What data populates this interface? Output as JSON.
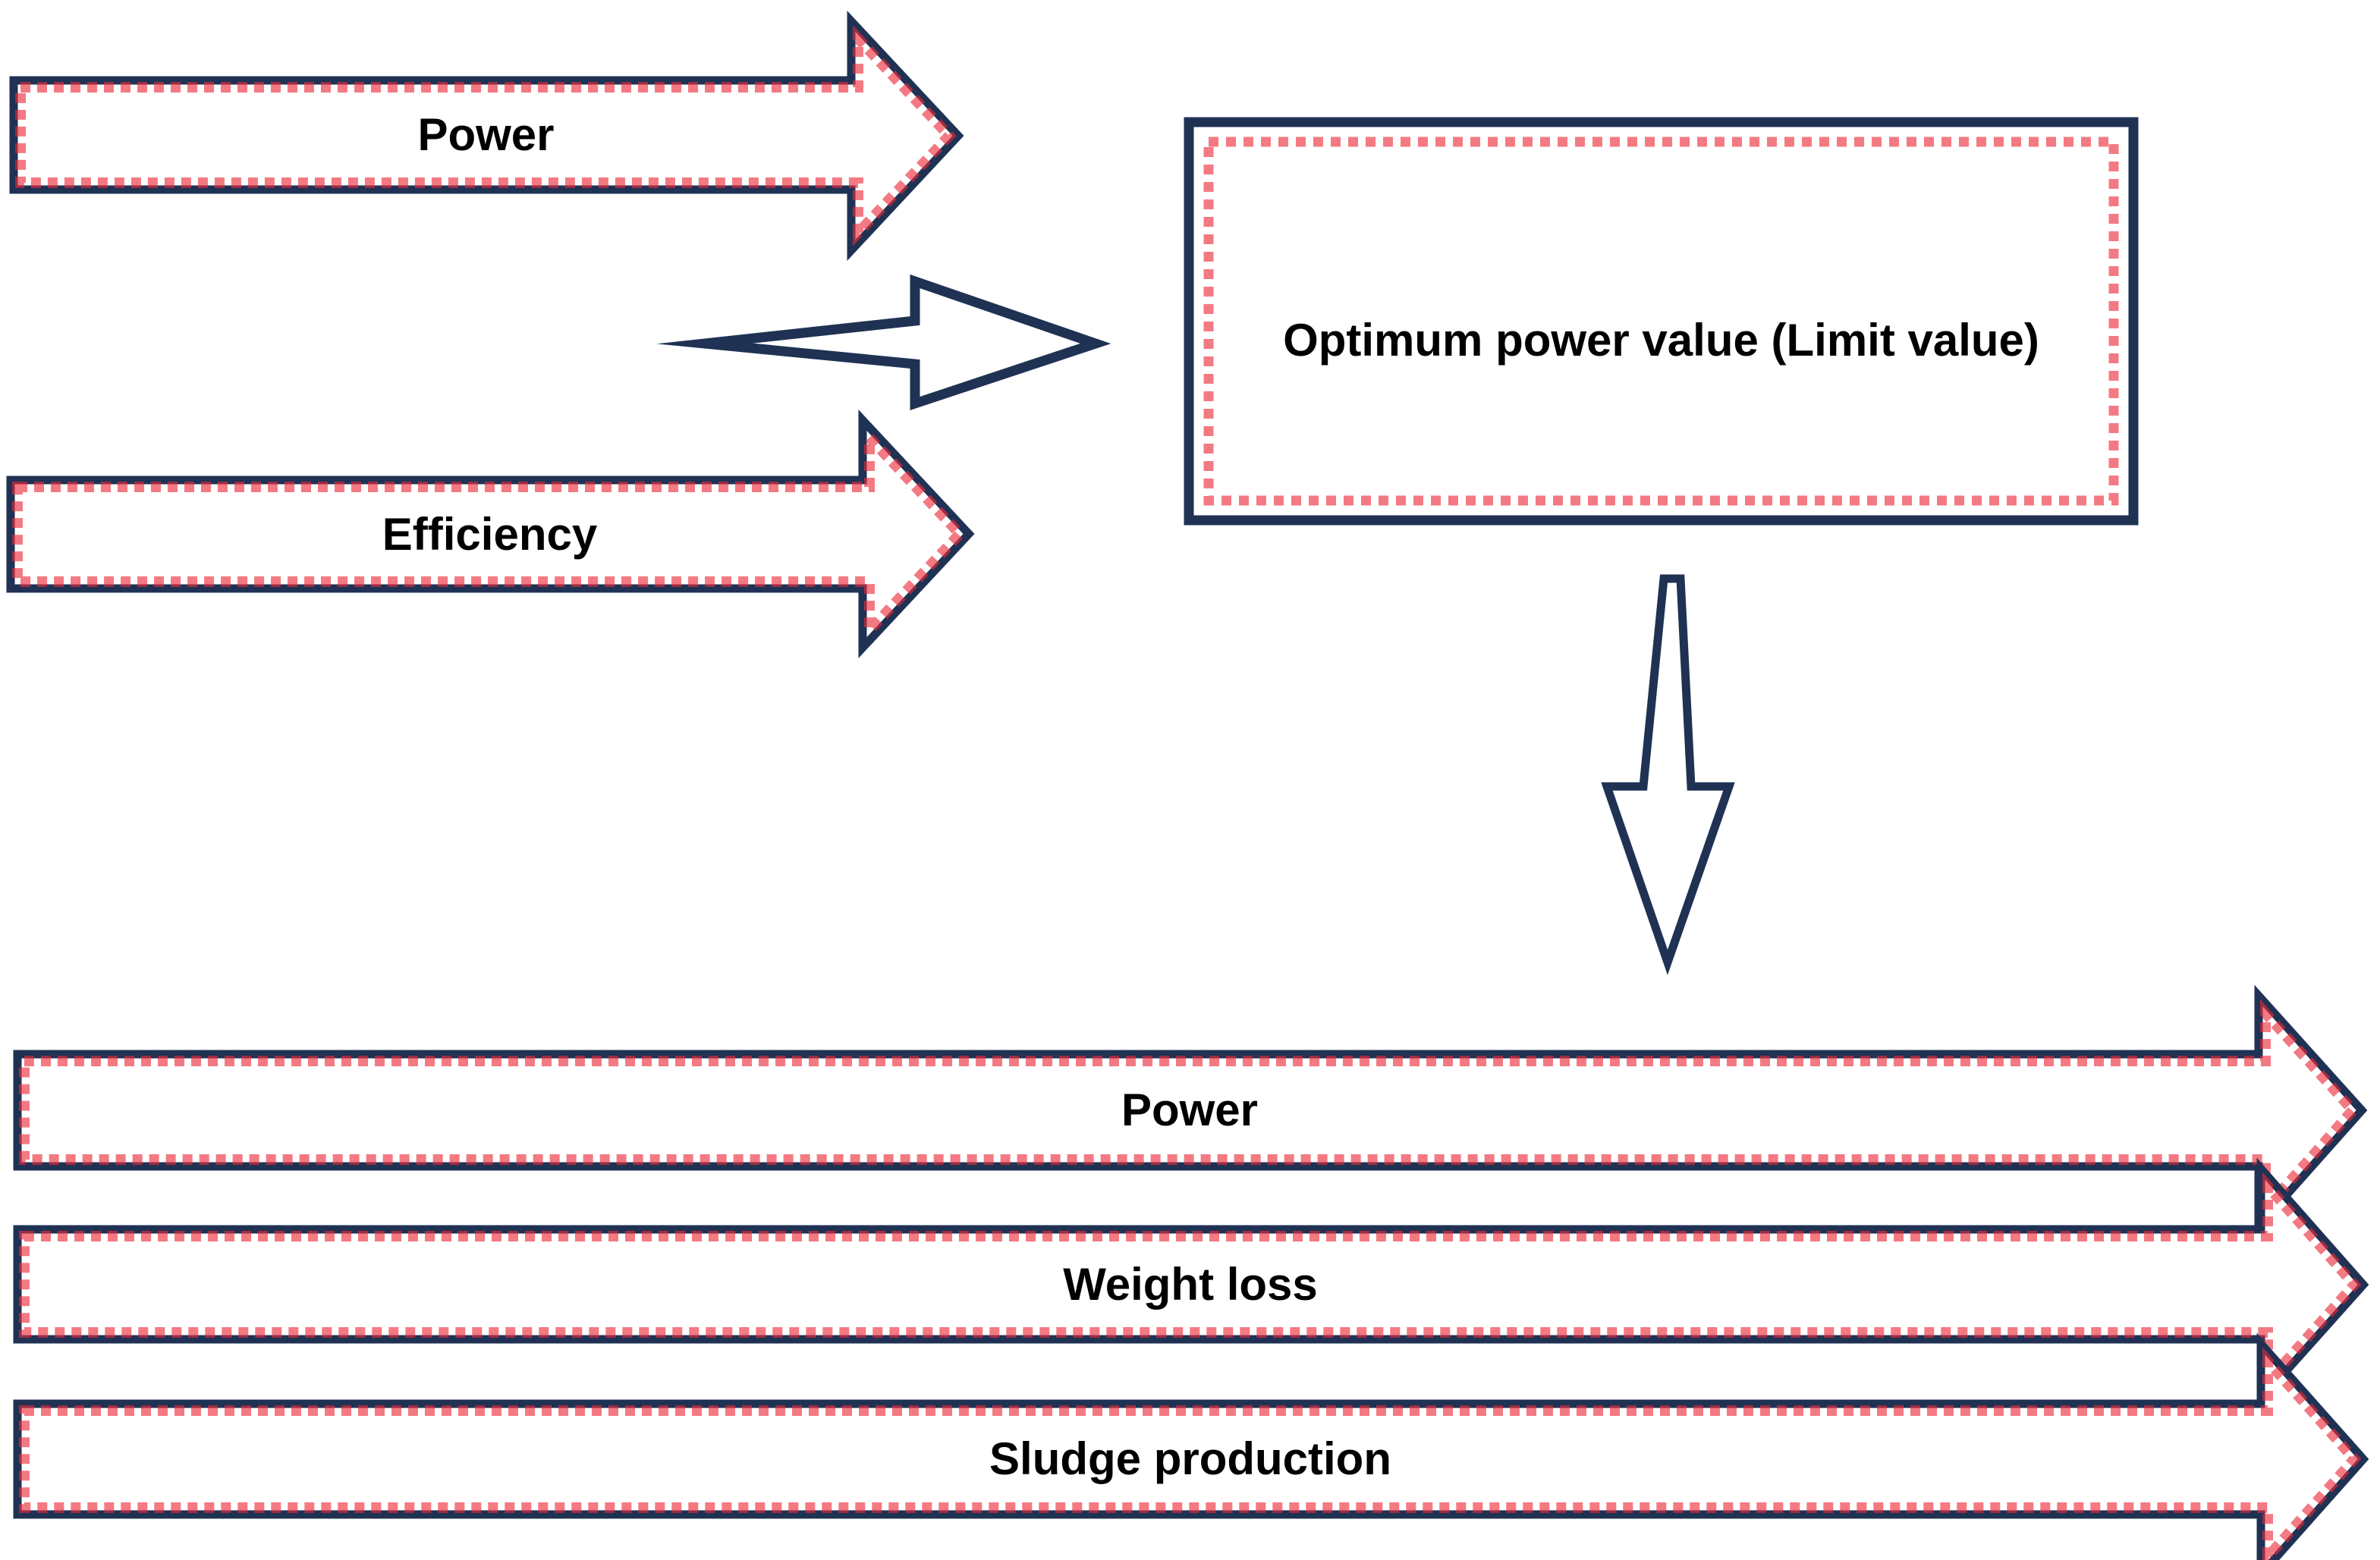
{
  "labels": {
    "power_in": "Power",
    "efficiency": "Efficiency",
    "optimum_box": "Optimum power value (Limit value)",
    "power_out": "Power",
    "weight_loss": "Weight loss",
    "sludge": "Sludge production"
  },
  "colors": {
    "navy": "#1F3254",
    "dash": "rgba(235,40,55,0.62)",
    "dash_on_white": "#F58A90",
    "dash_on_navy": "#9E2C42",
    "text": "#000000",
    "bg": "#ffffff"
  }
}
